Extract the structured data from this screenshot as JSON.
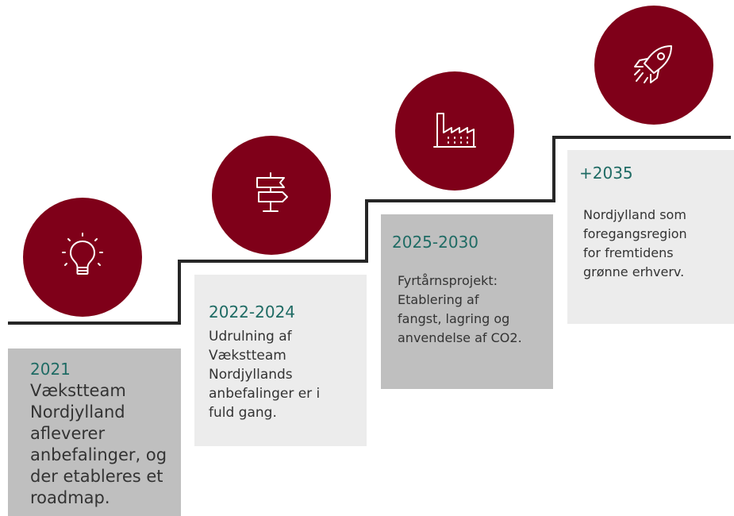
{
  "colors": {
    "accent": "#7f0019",
    "year": "#1f6b64",
    "step_line": "#262626",
    "box_dark": "#bfbfbf",
    "box_light": "#ececec"
  },
  "milestones": [
    {
      "icon": "lightbulb-icon",
      "year": "2021",
      "text": "Vækstteam\nNordjylland\nafleverer\nanbefalinger, og\nder etableres et\nroadmap."
    },
    {
      "icon": "signpost-icon",
      "year": "2022-2024",
      "text": "Udrulning af\nVækstteam\nNordjyllands\nanbefalinger er i\nfuld gang."
    },
    {
      "icon": "factory-icon",
      "year": "2025-2030",
      "text": "Fyrtårnsprojekt:\nEtablering af\nfangst, lagring og\nanvendelse af CO2."
    },
    {
      "icon": "rocket-icon",
      "year": "+2035",
      "text": "Nordjylland som\nforegangsregion\nfor fremtidens\ngrønne erhverv."
    }
  ]
}
